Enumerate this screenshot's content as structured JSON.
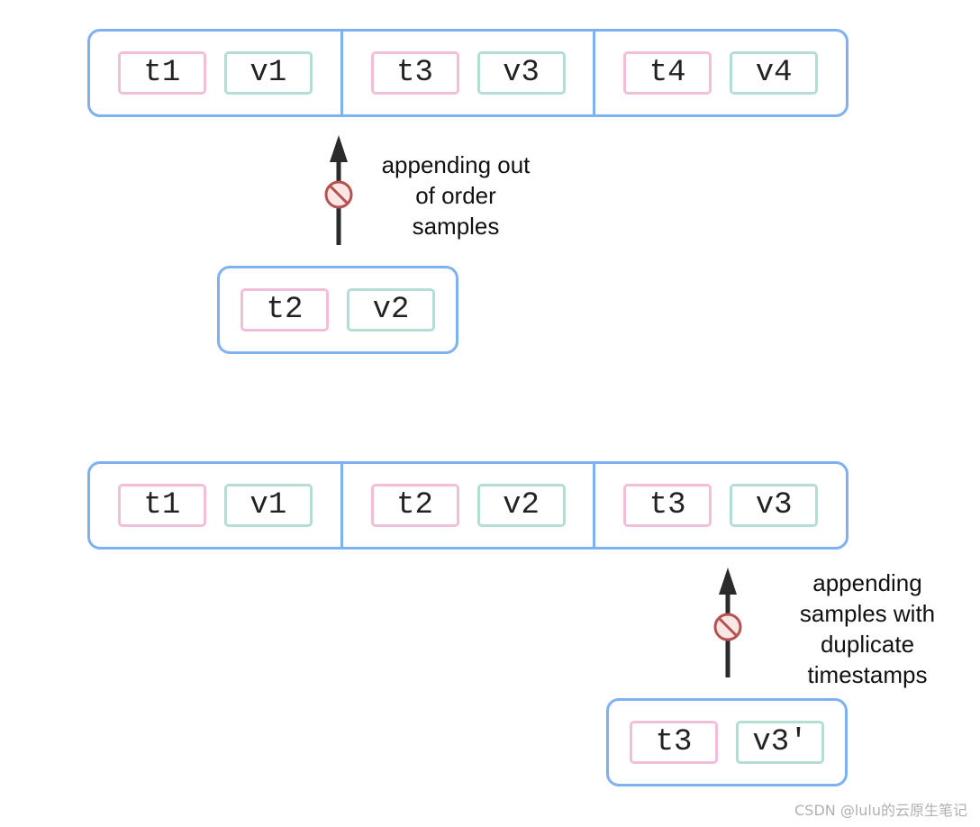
{
  "top_example": {
    "chunk": [
      {
        "t": "t1",
        "v": "v1"
      },
      {
        "t": "t3",
        "v": "v3"
      },
      {
        "t": "t4",
        "v": "v4"
      }
    ],
    "incoming": {
      "t": "t2",
      "v": "v2"
    },
    "label_lines": [
      "appending out",
      "of order",
      "samples"
    ]
  },
  "bottom_example": {
    "chunk": [
      {
        "t": "t1",
        "v": "v1"
      },
      {
        "t": "t2",
        "v": "v2"
      },
      {
        "t": "t3",
        "v": "v3"
      }
    ],
    "incoming": {
      "t": "t3",
      "v": "v3'"
    },
    "label_lines": [
      "appending",
      "samples with",
      "duplicate",
      "timestamps"
    ]
  },
  "watermark": "CSDN @lulu的云原生笔记",
  "colors": {
    "chunk_border": "#7fb1f0",
    "timestamp_border": "#f3bfd8",
    "value_border": "#b4ddd6",
    "blocked_icon": "#b5524f",
    "arrow": "#2b2b2b"
  },
  "icons": {
    "blocked": "no-entry-icon",
    "arrow": "up-arrow-icon"
  }
}
